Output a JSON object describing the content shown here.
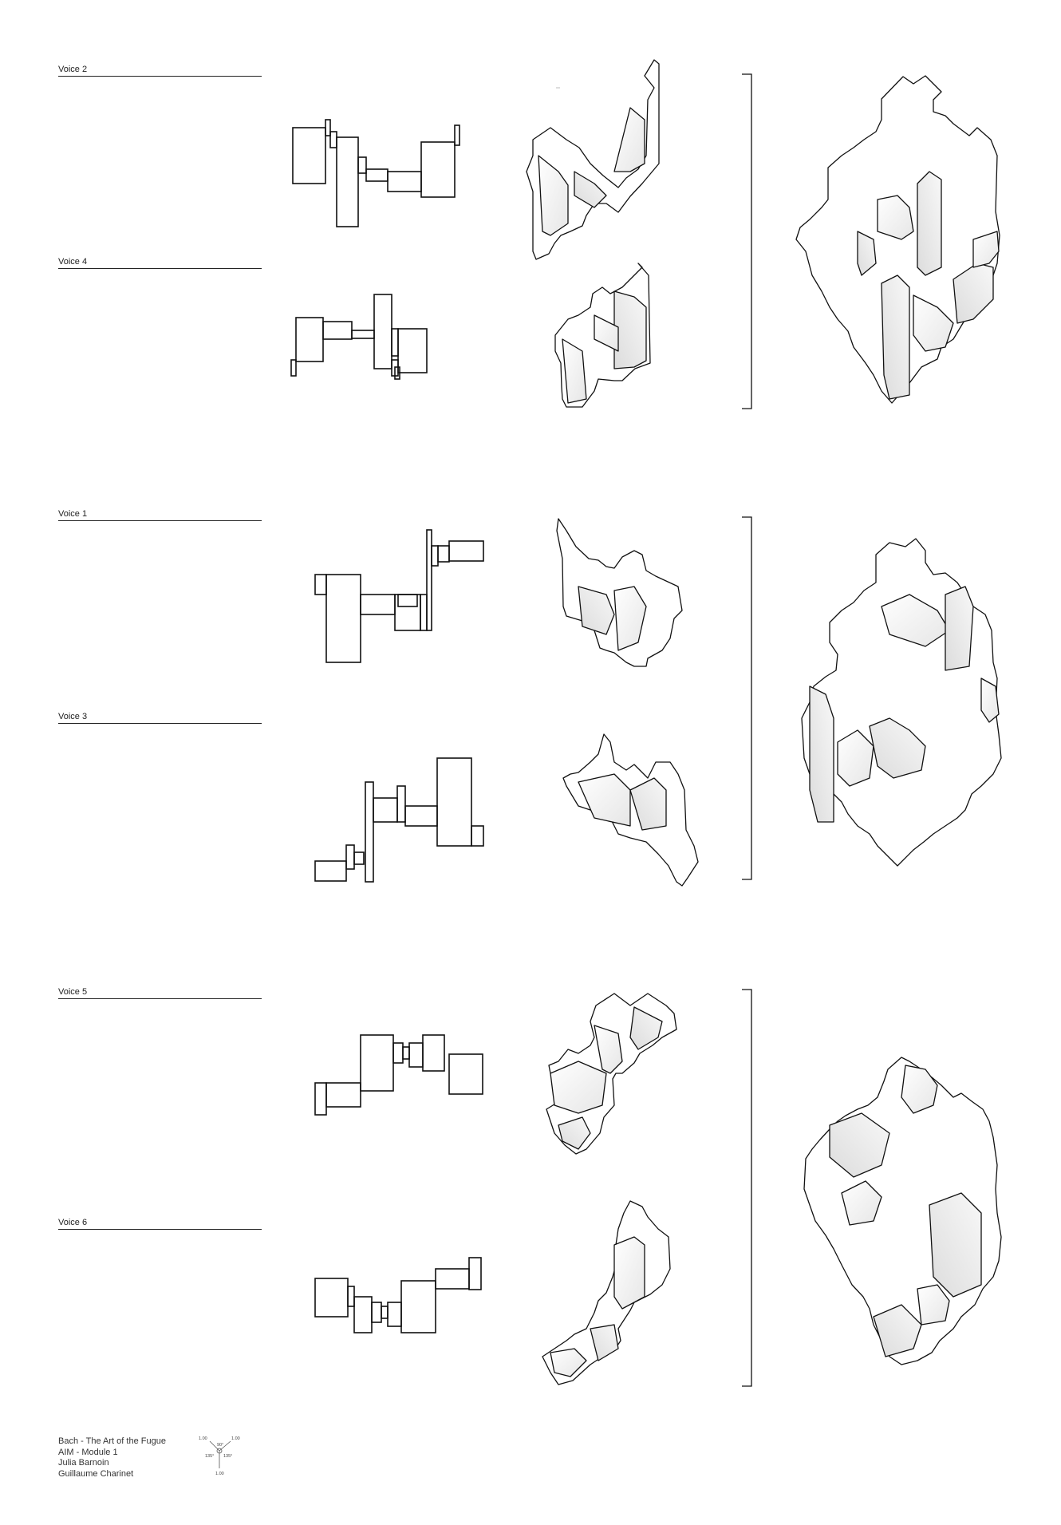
{
  "voices": [
    {
      "label": "Voice 2"
    },
    {
      "label": "Voice 4"
    },
    {
      "label": "Voice 1"
    },
    {
      "label": "Voice 3"
    },
    {
      "label": "Voice 5"
    },
    {
      "label": "Voice 6"
    }
  ],
  "footer": {
    "line1": "Bach - The Art of the Fugue",
    "line2": "AIM - Module 1",
    "line3": "Julia Barnoin",
    "line4": "Guillaume Charinet"
  },
  "axis_legend": {
    "left_scale": "1.00",
    "right_scale": "1.00",
    "bottom_scale": "1.00",
    "top_angle": "90°",
    "left_angle": "135°",
    "right_angle": "135°"
  }
}
